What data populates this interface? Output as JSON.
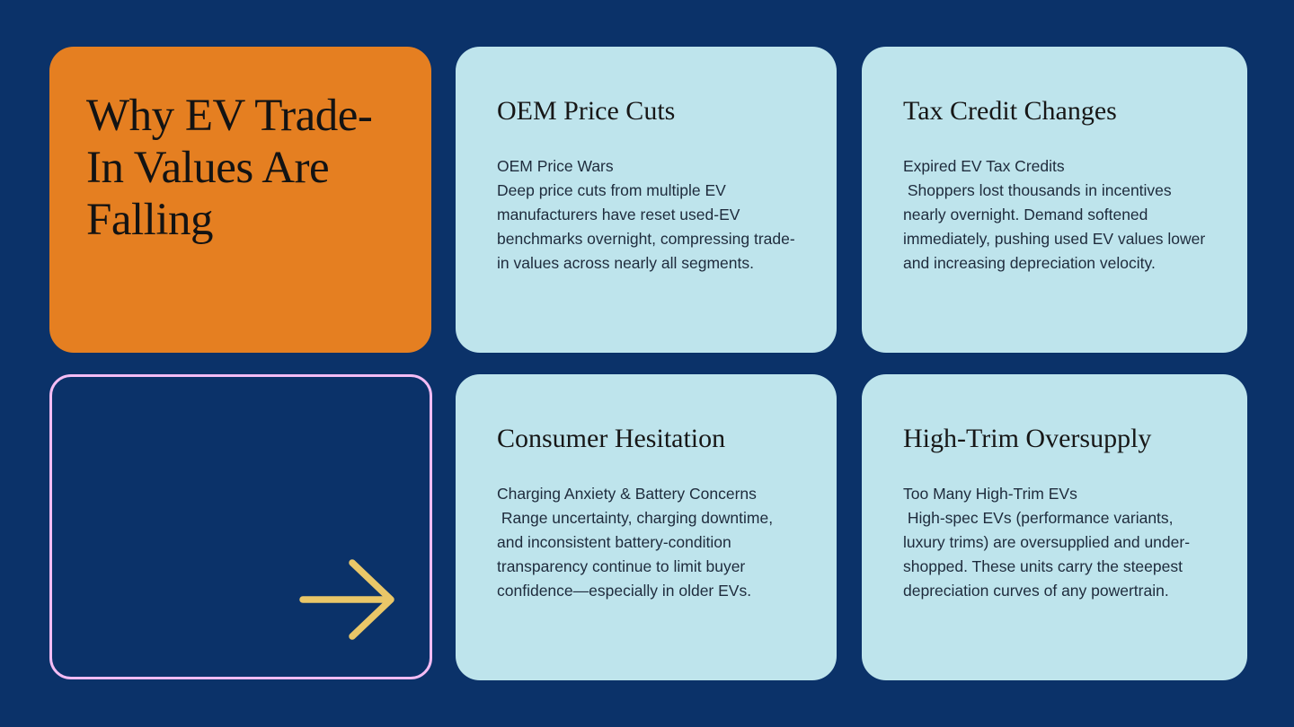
{
  "slide": {
    "title": "Why EV Trade-In Values Are Falling"
  },
  "cards": [
    {
      "id": "oem-price-cuts",
      "heading": "OEM Price Cuts",
      "body": "OEM Price Wars\nDeep price cuts from multiple EV manufacturers have reset used-EV benchmarks overnight, compressing trade-in values across nearly all segments."
    },
    {
      "id": "tax-credit-changes",
      "heading": "Tax Credit Changes",
      "body": "Expired EV Tax Credits\n Shoppers lost thousands in incentives nearly overnight. Demand softened immediately, pushing used EV values lower and increasing depreciation velocity."
    },
    {
      "id": "consumer-hesitation",
      "heading": "Consumer Hesitation",
      "body": "Charging Anxiety & Battery Concerns\n Range uncertainty, charging downtime, and inconsistent battery-condition transparency continue to limit buyer confidence—especially in older EVs."
    },
    {
      "id": "high-trim-oversupply",
      "heading": "High-Trim Oversupply",
      "body": "Too Many High-Trim EVs\n High-spec EVs (performance variants, luxury trims) are oversupplied and under-shopped. These units carry the steepest depreciation curves of any powertrain."
    }
  ],
  "icons": {
    "arrow": "arrow-right-icon"
  },
  "colors": {
    "background": "#0B3269",
    "title_card_bg": "#E57F21",
    "title_text": "#131313",
    "info_card_bg": "#BEE4EC",
    "heading_text": "#171717",
    "body_text": "#1E2B3C",
    "outline_card_border": "#F4BCF4",
    "arrow": "#EAC768"
  }
}
